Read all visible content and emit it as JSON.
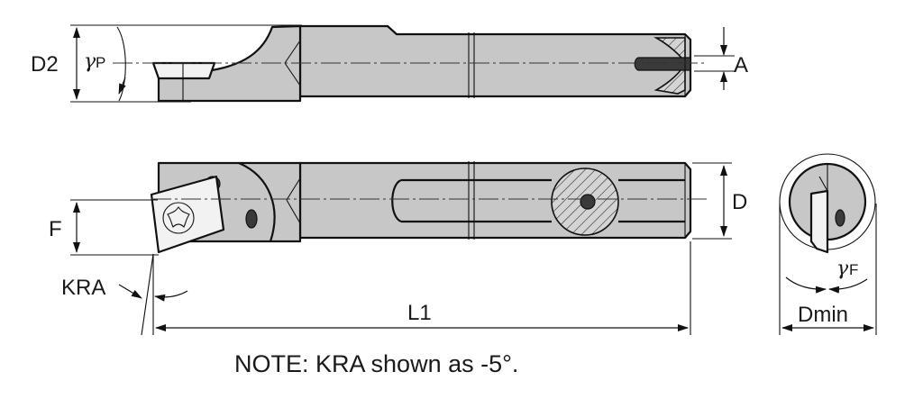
{
  "labels": {
    "d2": "D2",
    "gamma_p_greek": "γ",
    "gamma_p_sub": "P",
    "a": "A",
    "f": "F",
    "d": "D",
    "kra": "KRA",
    "l1": "L1",
    "gamma_f_greek": "γ",
    "gamma_f_sub": "F",
    "dmin": "Dmin"
  },
  "note": "NOTE: KRA shown as -5°.",
  "colors": {
    "body_fill": "#c7c7c7",
    "line": "#111111",
    "insert_fill": "#f2f2f2"
  }
}
